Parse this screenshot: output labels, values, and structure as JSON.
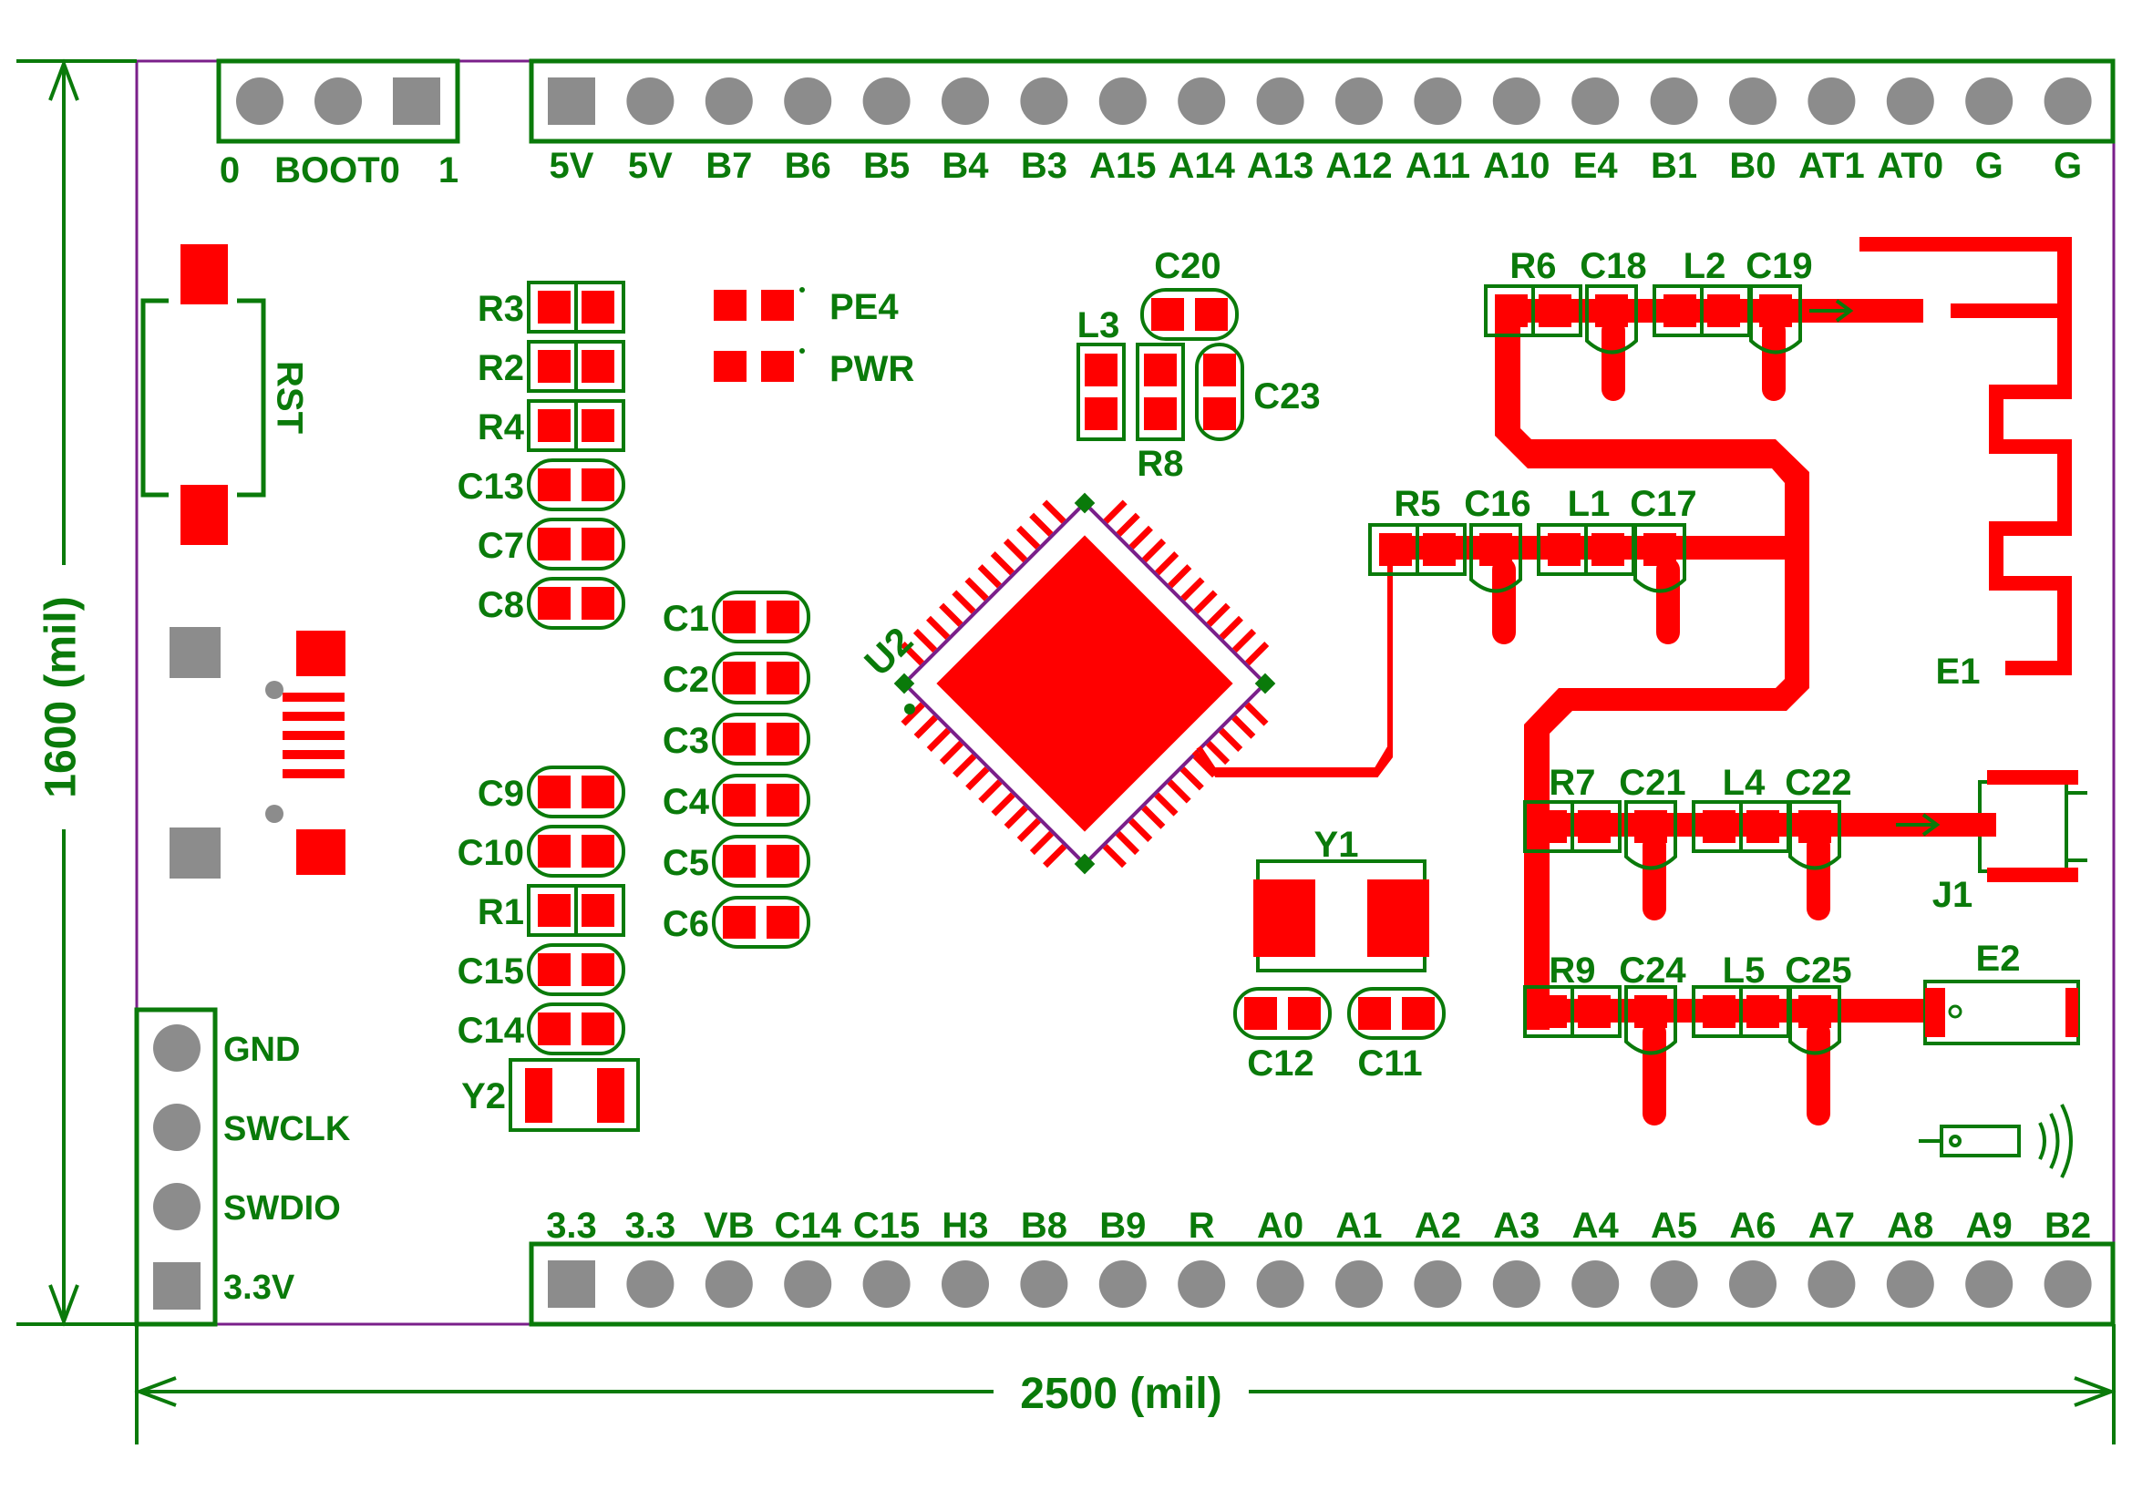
{
  "colors": {
    "silk": "#0a7a0a",
    "copper": "#ff0000",
    "pad_gray": "#8c8c8c",
    "outline": "#7a1f8a",
    "background": "#ffffff"
  },
  "dimensions": {
    "height_label": "1600 (mil)",
    "width_label": "2500 (mil)"
  },
  "boot_header": {
    "labels": [
      "0",
      "BOOT0",
      "1"
    ]
  },
  "top_header": {
    "labels": [
      "5V",
      "5V",
      "B7",
      "B6",
      "B5",
      "B4",
      "B3",
      "A15",
      "A14",
      "A13",
      "A12",
      "A11",
      "A10",
      "E4",
      "B1",
      "B0",
      "AT1",
      "AT0",
      "G",
      "G"
    ]
  },
  "bottom_header": {
    "labels": [
      "3.3",
      "3.3",
      "VB",
      "C14",
      "C15",
      "H3",
      "B8",
      "B9",
      "R",
      "A0",
      "A1",
      "A2",
      "A3",
      "A4",
      "A5",
      "A6",
      "A7",
      "A8",
      "A9",
      "B2"
    ]
  },
  "swd_header": {
    "labels": [
      "GND",
      "SWCLK",
      "SWDIO",
      "3.3V"
    ]
  },
  "reset_button": {
    "label": "RST"
  },
  "leds": {
    "labels": [
      "PE4",
      "PWR"
    ]
  },
  "left_column": {
    "labels": [
      "R3",
      "R2",
      "R4",
      "C13",
      "C7",
      "C8"
    ]
  },
  "left_column_lower": {
    "labels": [
      "C9",
      "C10",
      "R1",
      "C15",
      "C14"
    ]
  },
  "mid_column": {
    "labels": [
      "C1",
      "C2",
      "C3",
      "C4",
      "C5",
      "C6"
    ]
  },
  "mcu": {
    "label": "U2"
  },
  "crystal_y2": {
    "label": "Y2"
  },
  "crystal_y1": {
    "label": "Y1"
  },
  "y1_caps": {
    "labels": [
      "C12",
      "C11"
    ]
  },
  "cluster_top": {
    "labels": [
      "C20",
      "L3",
      "C23",
      "R8"
    ]
  },
  "rf_row1": {
    "labels": [
      "R6",
      "C18",
      "L2",
      "C19"
    ]
  },
  "rf_row2": {
    "labels": [
      "R5",
      "C16",
      "L1",
      "C17"
    ]
  },
  "rf_row3": {
    "labels": [
      "R7",
      "C21",
      "L4",
      "C22"
    ]
  },
  "rf_row4": {
    "labels": [
      "R9",
      "C24",
      "L5",
      "C25"
    ]
  },
  "antennas": {
    "e1": "E1",
    "j1": "J1",
    "e2": "E2"
  }
}
